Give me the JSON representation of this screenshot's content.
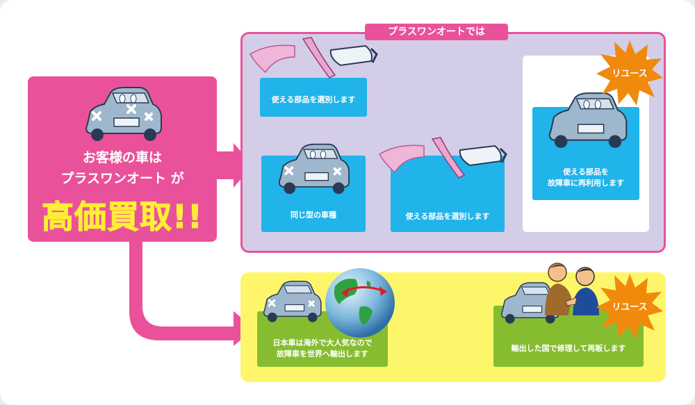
{
  "left_box": {
    "line1": "お客様の車は",
    "line2": "プラスワンオート が",
    "headline": "高価買取!!"
  },
  "top_panel": {
    "title": "プラスワンオートでは",
    "parts_caption": "使える部品を選別します",
    "same_model_caption": "同じ型の車種",
    "parts_caption_2": "使える部品を選別します",
    "reuse_caption_line1": "使える部品を",
    "reuse_caption_line2": "故障車に再利用します",
    "reuse_badge": "リユース"
  },
  "bottom_panel": {
    "export_caption_line1": "日本車は海外で大人気なので",
    "export_caption_line2": "故障車を世界へ輸出します",
    "resale_caption": "輸出した国で修理して再販します",
    "reuse_badge": "リユース"
  },
  "colors": {
    "pink": "#e9529a",
    "lavender": "#d4cde8",
    "yellow": "#fdf66b",
    "blue": "#20b4ea",
    "green": "#86bd30",
    "navy_arrow": "#264a99",
    "green_arrow": "#119a48",
    "burst": "#f08a0d",
    "car": "#9fb7cc"
  }
}
